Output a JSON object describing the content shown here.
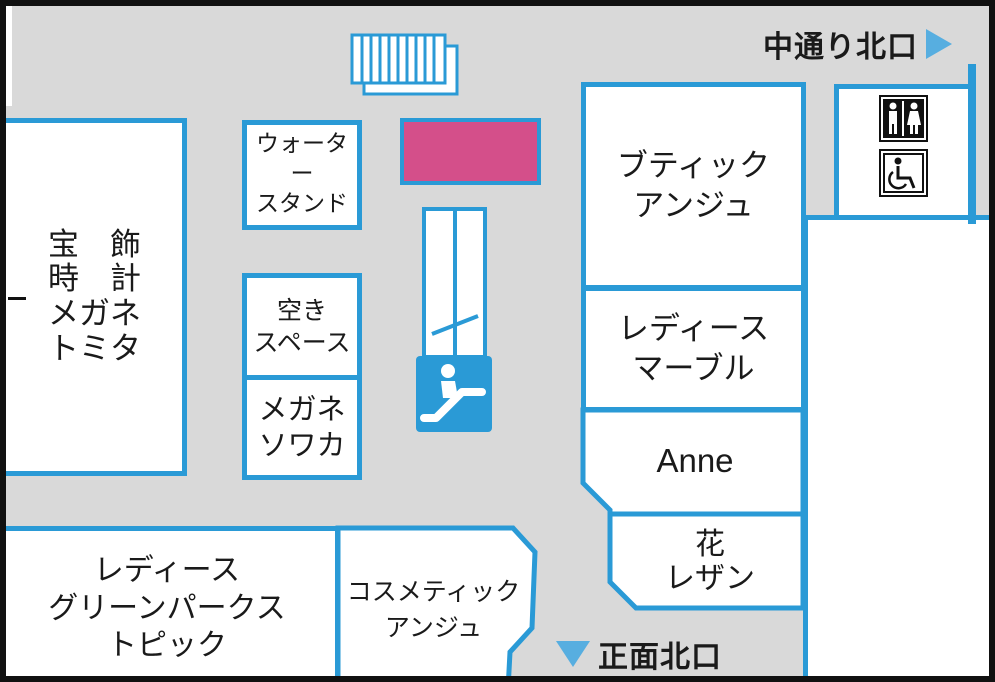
{
  "exits": {
    "north_center": {
      "label": "中通り北口",
      "arrow": "right-arrow-icon"
    },
    "front_north": {
      "label": "正面北口",
      "arrow": "down-arrow-icon"
    }
  },
  "shops": {
    "tomita": [
      "宝　飾",
      "時　計",
      "メガネ",
      "トミタ"
    ],
    "water_stand": [
      "ウォーター",
      "スタンド"
    ],
    "vacant": [
      "空き",
      "スペース"
    ],
    "sowaka": [
      "メガネ",
      "ソワカ"
    ],
    "boutique_anju": [
      "ブティック",
      "アンジュ"
    ],
    "marble": [
      "レディース",
      "マーブル"
    ],
    "anne": [
      "Anne"
    ],
    "hana_rezan": [
      "花",
      "レザン"
    ],
    "green_parks": [
      "レディース",
      "グリーンパークス",
      "トピック"
    ],
    "cosmetic_anju": [
      "コスメティック",
      "アンジュ"
    ]
  },
  "facilities": [
    "restroom-icon",
    "wheelchair-accessible-icon",
    "escalator-icon",
    "stairs-icon"
  ],
  "colors": {
    "wall": "#2a9ad6",
    "floor": "#d9d9d9",
    "shop": "#ffffff",
    "highlight": "#d44f8a",
    "arrow": "#57aee0",
    "border": "#111111"
  }
}
